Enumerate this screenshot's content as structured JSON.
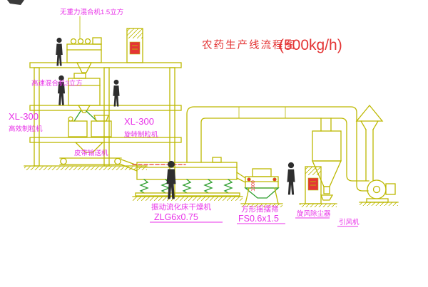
{
  "diagram": {
    "title": "农药生产线流程图",
    "capacity": "(500kg/h)",
    "labels": {
      "top_mixer": "无重力混合机1.5立方",
      "high_speed_mixer": "高速混合机3立方",
      "granulator_left_model": "XL-300",
      "granulator_left_name": "高效制粒机",
      "granulator_right_model": "XL-300",
      "granulator_right_name": "旋转制粒机",
      "belt_conveyor": "皮带输送机",
      "dryer_name": "振动流化床干燥机",
      "dryer_model": "ZLG6x0.75",
      "sieve_name": "方形摇摆筛",
      "sieve_model": "FS0.6x1.5",
      "sieve_dim": "1500",
      "cyclone": "旋风除尘器",
      "fan": "引风机"
    }
  },
  "colors": {
    "bg": "#ffffff",
    "line": "#bdb800",
    "green": "#2f9e2f",
    "magenta": "#e832e8",
    "red": "#e43535",
    "dark": "#2e2e2e"
  }
}
